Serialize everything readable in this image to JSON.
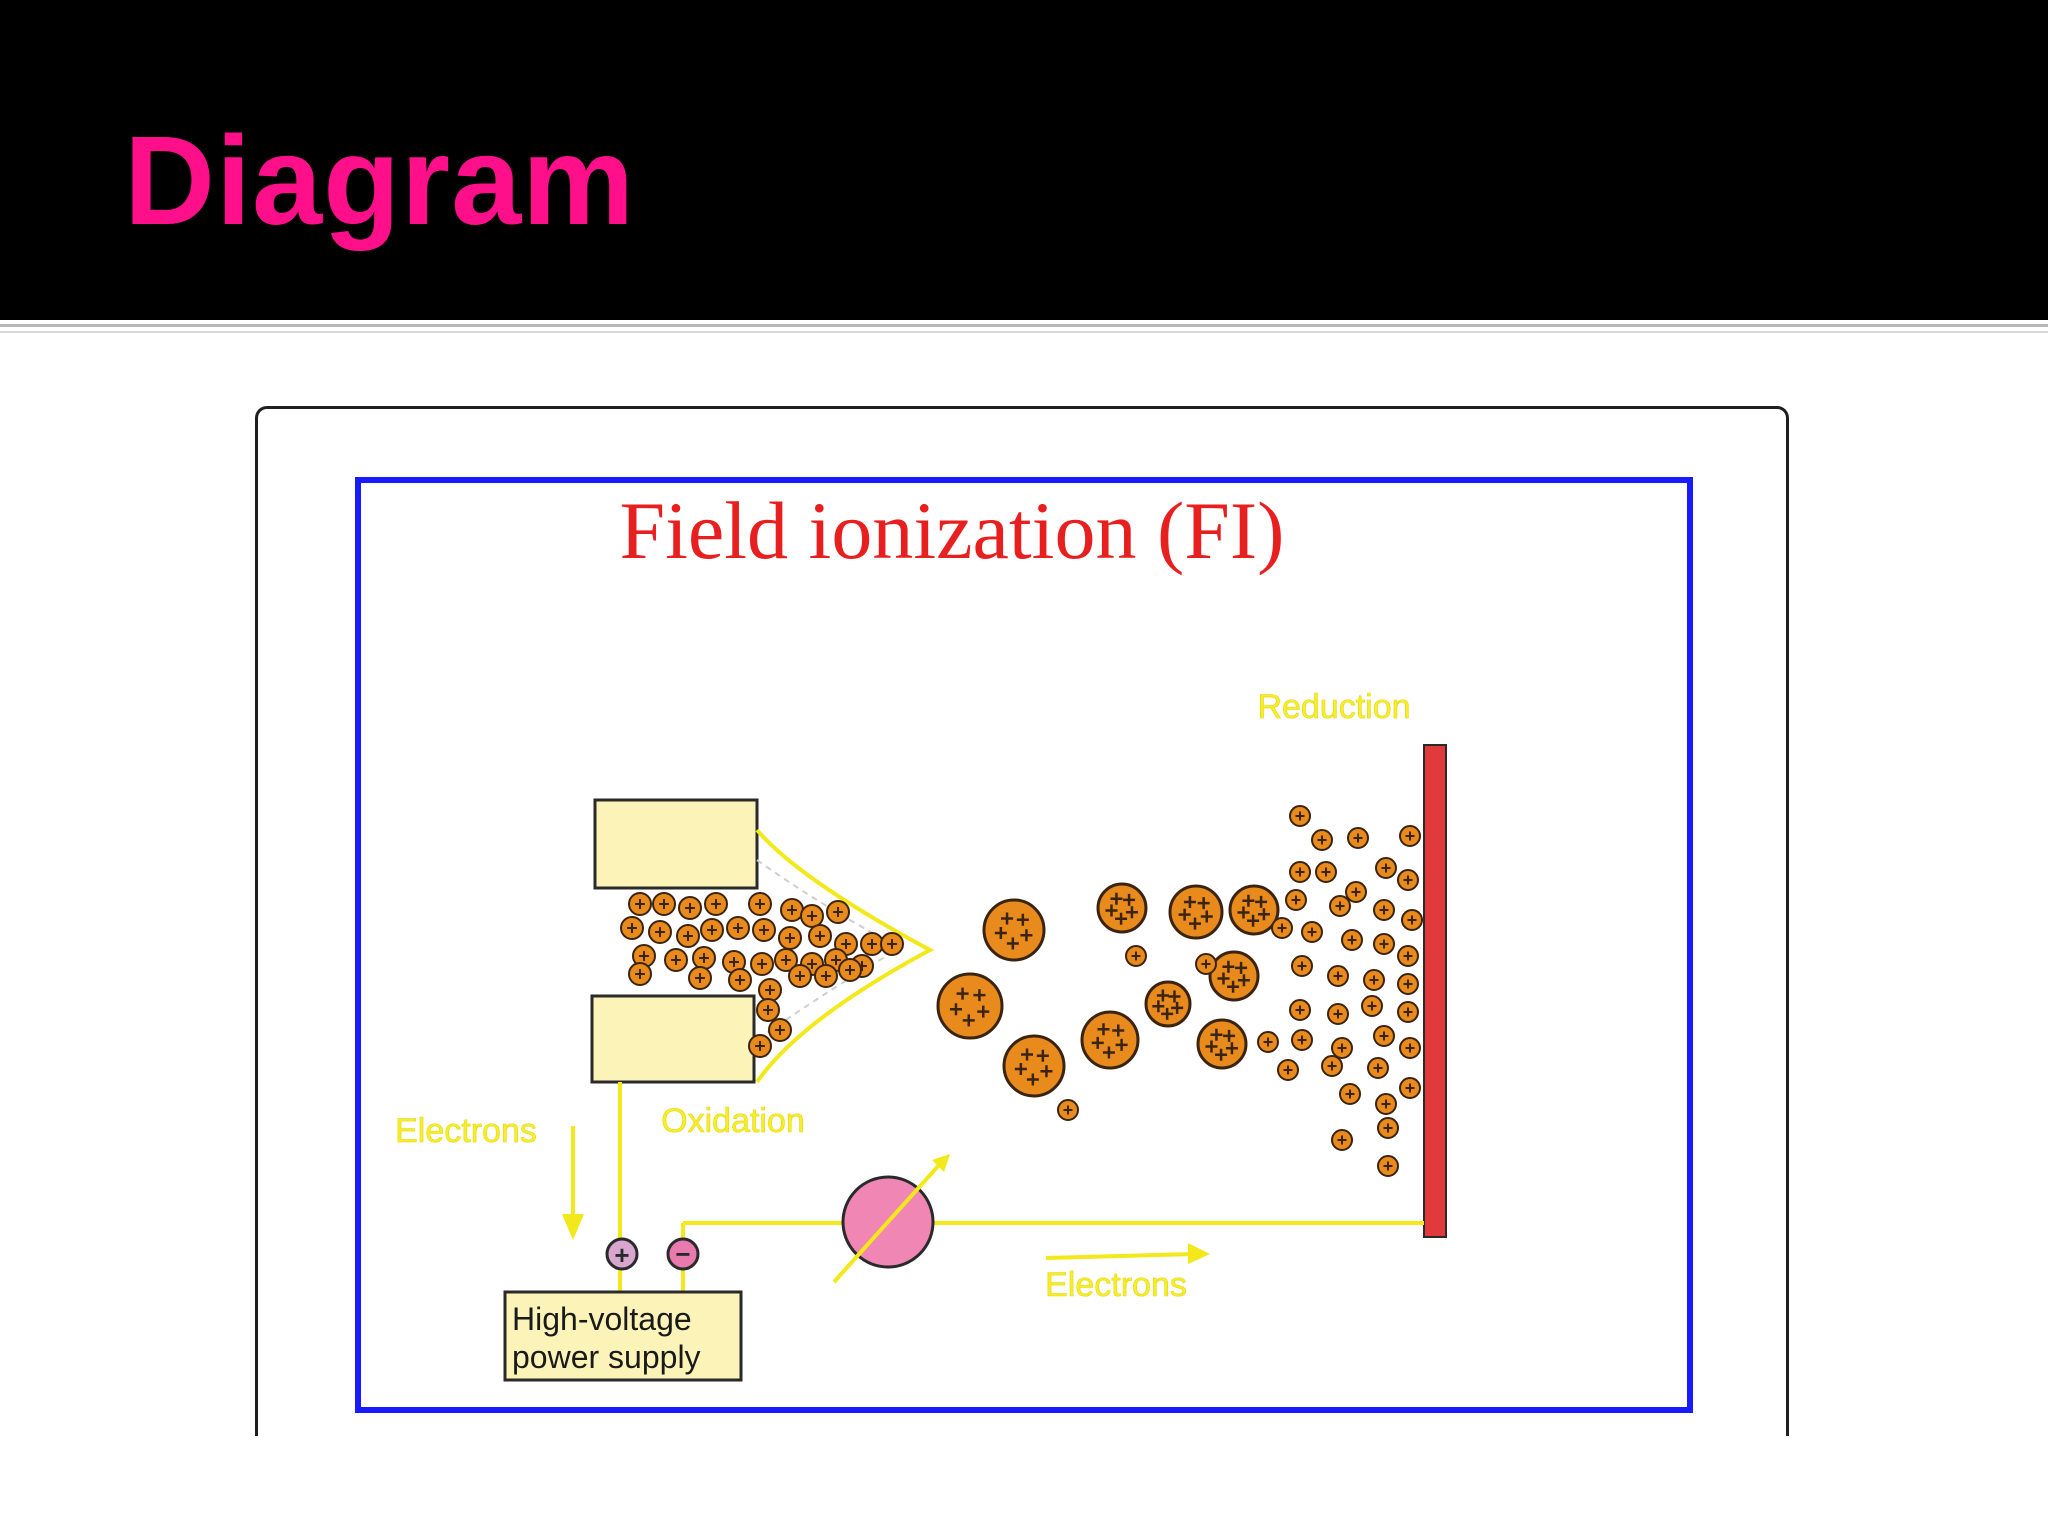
{
  "slide": {
    "title": "Diagram"
  },
  "figure": {
    "title": "Field ionization (FI)",
    "labels": {
      "reduction": "Reduction",
      "oxidation": "Oxidation",
      "electrons_left": "Electrons",
      "electrons_bottom": "Electrons",
      "power_supply_line1": "High-voltage",
      "power_supply_line2": "power supply",
      "terminal_positive": "+",
      "terminal_negative": "−"
    },
    "colors": {
      "title_red": "#e81f1f",
      "border_blue": "#1a1aff",
      "label_yellow": "#f5ef2a",
      "wire_yellow": "#f2e81a",
      "droplet_orange": "#e88a1c",
      "electrode_red": "#e03a3a",
      "capillary_fill": "#fbf3b8",
      "meter_pink": "#ef86b4"
    }
  }
}
